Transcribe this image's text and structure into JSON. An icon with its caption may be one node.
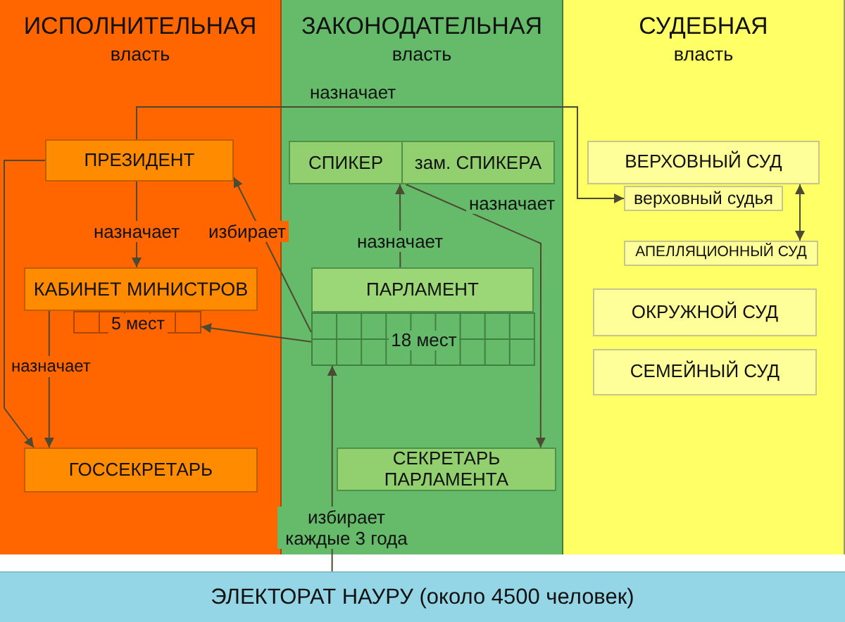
{
  "diagram": {
    "nodes": [
      {
        "text": [
          "ИСПОЛНИТЕЛЬНАЯ",
          "власть"
        ]
      },
      {
        "text": [
          "ПРЕЗИДЕНТ"
        ],
        "in": 0
      },
      {
        "text": [
          "КАБИНЕТ МИНИСТРОВ"
        ],
        "in": 0
      },
      {
        "text": [
          "5 мест"
        ],
        "in": 0
      },
      {
        "text": [
          "ГОССЕКРЕТАРЬ"
        ],
        "in": 0
      },
      {
        "text": [
          "ЗАКОНОДАТЕЛЬНАЯ",
          "власть"
        ]
      },
      {
        "text": [
          "СПИКЕР",
          "зам. СПИКЕРА"
        ],
        "in": 5
      },
      {
        "text": [
          "ПАРЛАМЕНТ"
        ],
        "in": 5
      },
      {
        "text": [
          "18 мест"
        ],
        "in": 5
      },
      {
        "text": [
          "СЕКРЕТАРЬ ПАРЛАМЕНТА"
        ],
        "in": 5
      },
      {
        "text": [
          "СУДЕБНАЯ",
          "власть"
        ]
      },
      {
        "text": [
          "ВЕРХОВНЫЙ СУД"
        ],
        "in": 10
      },
      {
        "text": [
          "верховный судья"
        ],
        "in": 10
      },
      {
        "text": [
          "АПЕЛЛЯЦИОННЫЙ СУД"
        ],
        "in": 10
      },
      {
        "text": [
          "ОКРУЖНОЙ СУД"
        ],
        "in": 10
      },
      {
        "text": [
          "СЕМЕЙНЫЙ СУД"
        ],
        "in": 10
      },
      {
        "text": [
          "ЭЛЕКТОРАТ НАУРУ (около 4500 человек)"
        ]
      }
    ],
    "edges": [
      {
        "from": 1,
        "to": 12,
        "arrow": "to",
        "label": "назначает"
      },
      {
        "from": 1,
        "to": 4,
        "arrow": "to"
      },
      {
        "from": 1,
        "to": 2,
        "arrow": "to",
        "label": "назначает"
      },
      {
        "from": 2,
        "to": 4,
        "arrow": "to",
        "label": "назначает"
      },
      {
        "from": 8,
        "to": 1,
        "arrow": "to",
        "label": "избирает"
      },
      {
        "from": 8,
        "to": 3,
        "arrow": "to"
      },
      {
        "from": 7,
        "to": 6,
        "arrow": "to",
        "label": "назначает"
      },
      {
        "from": 6,
        "to": 9,
        "arrow": "to",
        "label": "назначает"
      },
      {
        "from": 16,
        "to": 8,
        "arrow": "to",
        "label": "избирает каждые 3 года"
      },
      {
        "from": 11,
        "to": 13,
        "arrow": "both"
      }
    ]
  }
}
